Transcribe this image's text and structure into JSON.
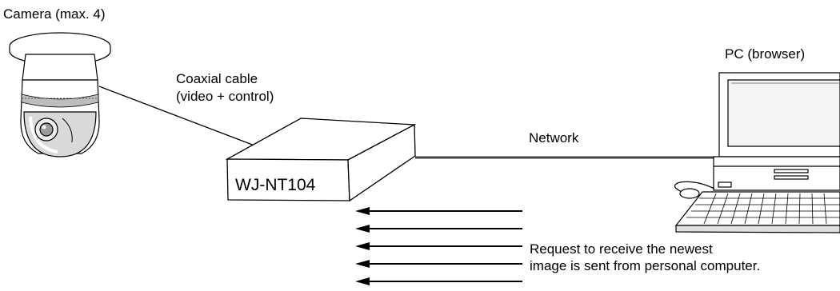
{
  "labels": {
    "camera": "Camera (max. 4)",
    "cable_line1": "Coaxial cable",
    "cable_line2": "(video + control)",
    "device": "WJ-NT104",
    "network": "Network",
    "pc": "PC (browser)",
    "request_line1": "Request to receive the newest",
    "request_line2": "image is sent from personal computer."
  },
  "icons": [
    "camera-icon",
    "network-device-icon",
    "pc-icon",
    "arrow-left-icon"
  ],
  "request_arrow_count": 5,
  "colors": {
    "line": "#000000",
    "network_line": "#444444",
    "background": "#ffffff"
  }
}
